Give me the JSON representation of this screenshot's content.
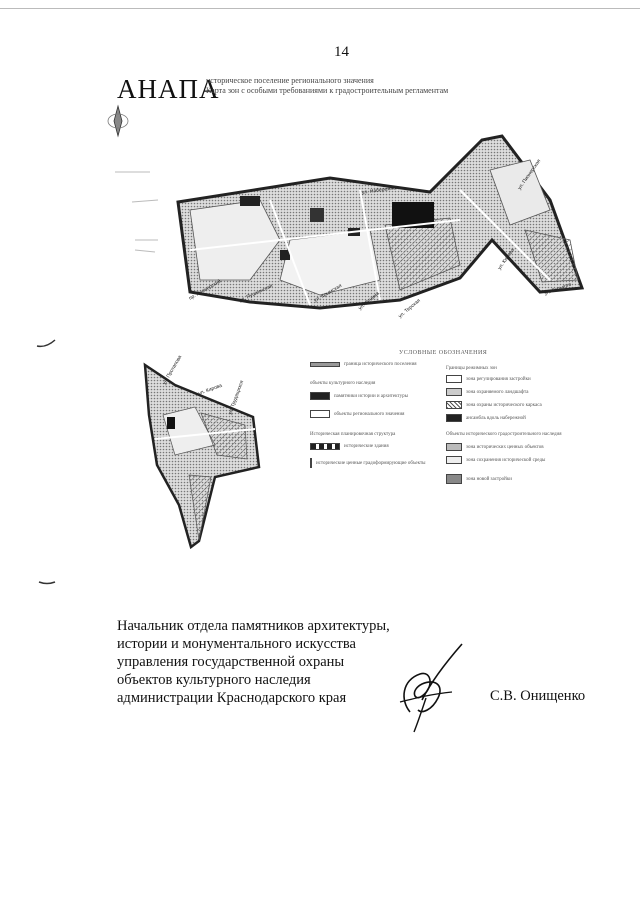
{
  "page": {
    "number": "14"
  },
  "header": {
    "city": "АНАПА",
    "subtitle_line1": "историческое поселение регионального значения",
    "subtitle_line2": "Карта зон с особыми требованиями к градостроительным регламентам"
  },
  "map": {
    "streets": [
      "ул. Набережная",
      "ул. Пушкинская",
      "ул. Горького",
      "ул. Ленина",
      "ул. Крымская",
      "ул. Кирова",
      "ул. Протапова",
      "ул. Терская",
      "ул. Трудящихся",
      "ул. Пионерская",
      "пр. Пионерский"
    ],
    "legend_title": "УСЛОВНЫЕ ОБОЗНАЧЕНИЯ",
    "legend_left": [
      "граница исторического поселения",
      "объекты культурного наследия",
      "памятники истории и архитектуры",
      "объекты регионального значения",
      "Историческая планировочная структура",
      "исторические здания",
      "исторические ценные градоформирующие объекты"
    ],
    "legend_right": [
      "Границы режимных зон",
      "зона регулирования застройки",
      "зона охраняемого ландшафта",
      "зона охраны исторического каркаса",
      "ансамбль вдоль набережной",
      "Объекты исторического градостроительного наследия",
      "зона исторических ценных объектов",
      "зона сохранения исторической среды",
      "зона новой застройки"
    ]
  },
  "signature": {
    "line1": "Начальник отдела памятников архитектуры,",
    "line2": "истории и монументального искусства",
    "line3": "управления государственной охраны",
    "line4": "объектов культурного наследия",
    "line5": "администрации Краснодарского края",
    "name": "С.В. Онищенко"
  }
}
